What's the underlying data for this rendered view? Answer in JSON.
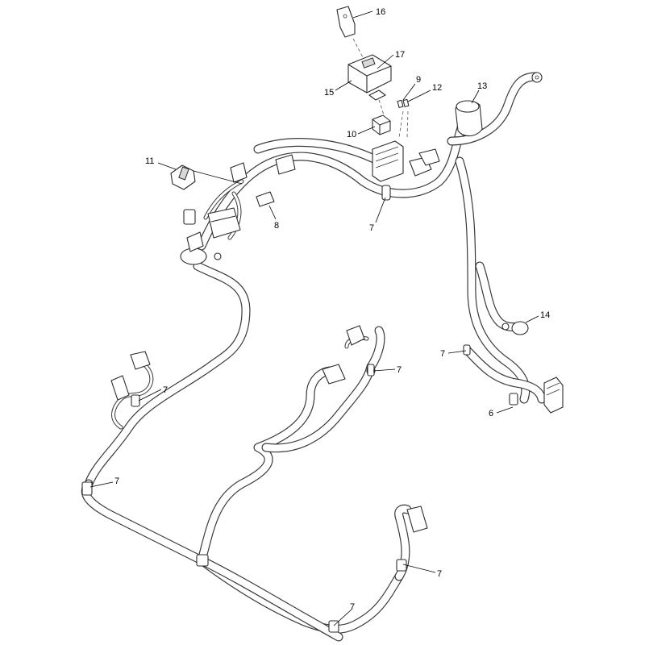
{
  "diagram": {
    "callouts": [
      {
        "id": "c16",
        "label": "16"
      },
      {
        "id": "c17",
        "label": "17"
      },
      {
        "id": "c15",
        "label": "15"
      },
      {
        "id": "c9",
        "label": "9"
      },
      {
        "id": "c12",
        "label": "12"
      },
      {
        "id": "c13",
        "label": "13"
      },
      {
        "id": "c10",
        "label": "10"
      },
      {
        "id": "c11",
        "label": "11"
      },
      {
        "id": "c8",
        "label": "8"
      },
      {
        "id": "c7a",
        "label": "7"
      },
      {
        "id": "c14",
        "label": "14"
      },
      {
        "id": "c7b",
        "label": "7"
      },
      {
        "id": "c7c",
        "label": "7"
      },
      {
        "id": "c7d",
        "label": "7"
      },
      {
        "id": "c6",
        "label": "6"
      },
      {
        "id": "c7e",
        "label": "7"
      },
      {
        "id": "c7f",
        "label": "7"
      },
      {
        "id": "c7g",
        "label": "7"
      }
    ]
  }
}
